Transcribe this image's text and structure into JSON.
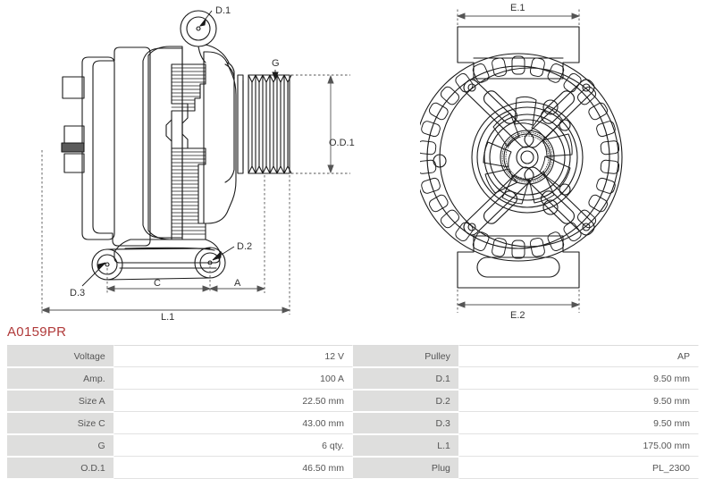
{
  "part": {
    "number": "A0159PR",
    "color": "#b03a3a"
  },
  "drawings": {
    "left_view": {
      "name": "alternator-side-view",
      "callouts": [
        {
          "key": "D.1",
          "label": "D.1"
        },
        {
          "key": "D.2",
          "label": "D.2"
        },
        {
          "key": "D.3",
          "label": "D.3"
        },
        {
          "key": "G",
          "label": "G"
        },
        {
          "key": "OD1",
          "label": "O.D.1"
        },
        {
          "key": "A",
          "label": "A"
        },
        {
          "key": "C",
          "label": "C"
        },
        {
          "key": "L1",
          "label": "L.1"
        }
      ],
      "pulley_grooves": 6
    },
    "right_view": {
      "name": "alternator-end-view",
      "callouts": [
        {
          "key": "E.1",
          "label": "E.1"
        },
        {
          "key": "E.2",
          "label": "E.2"
        }
      ]
    }
  },
  "spec_table": {
    "rows": [
      {
        "label_left": "Voltage",
        "value_left": "12 V",
        "label_right": "Pulley",
        "value_right": "AP"
      },
      {
        "label_left": "Amp.",
        "value_left": "100 A",
        "label_right": "D.1",
        "value_right": "9.50 mm"
      },
      {
        "label_left": "Size A",
        "value_left": "22.50 mm",
        "label_right": "D.2",
        "value_right": "9.50 mm"
      },
      {
        "label_left": "Size C",
        "value_left": "43.00 mm",
        "label_right": "D.3",
        "value_right": "9.50 mm"
      },
      {
        "label_left": "G",
        "value_left": "6 qty.",
        "label_right": "L.1",
        "value_right": "175.00 mm"
      },
      {
        "label_left": "O.D.1",
        "value_left": "46.50 mm",
        "label_right": "Plug",
        "value_right": "PL_2300"
      }
    ]
  }
}
